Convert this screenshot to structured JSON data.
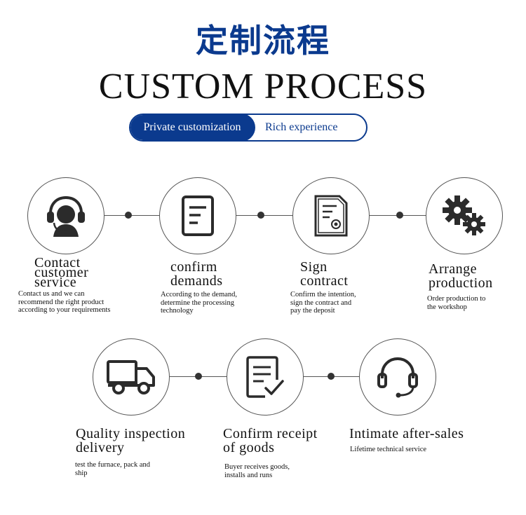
{
  "header": {
    "title_cn": "定制流程",
    "title_en": "CUSTOM PROCESS"
  },
  "tabs": {
    "active": "Private customization",
    "inactive": "Rich experience"
  },
  "colors": {
    "brand_blue": "#0b3a8e",
    "icon_dark": "#2b2b2b"
  },
  "steps": [
    {
      "icon": "headset-agent-icon",
      "title": "Contact\ncustomer\nservice",
      "desc": "Contact us and we can\nrecommend the right product\n according to your requirements"
    },
    {
      "icon": "document-icon",
      "title": "confirm\ndemands",
      "desc": "According to the demand,\ndetermine the processing\ntechnology"
    },
    {
      "icon": "contract-icon",
      "title": "Sign\ncontract",
      "desc": "Confirm the intention,\nsign the contract and\npay the deposit"
    },
    {
      "icon": "gears-icon",
      "title": "Arrange\nproduction",
      "desc": "Order production to\n the workshop"
    },
    {
      "icon": "delivery-truck-icon",
      "title": "Quality inspection\ndelivery",
      "desc": " test the furnace, pack and\nship"
    },
    {
      "icon": "checklist-icon",
      "title": "Confirm receipt\nof goods",
      "desc": "Buyer receives goods,\ninstalls and runs"
    },
    {
      "icon": "headphones-icon",
      "title": "Intimate after-sales",
      "desc": "Lifetime technical service"
    }
  ]
}
